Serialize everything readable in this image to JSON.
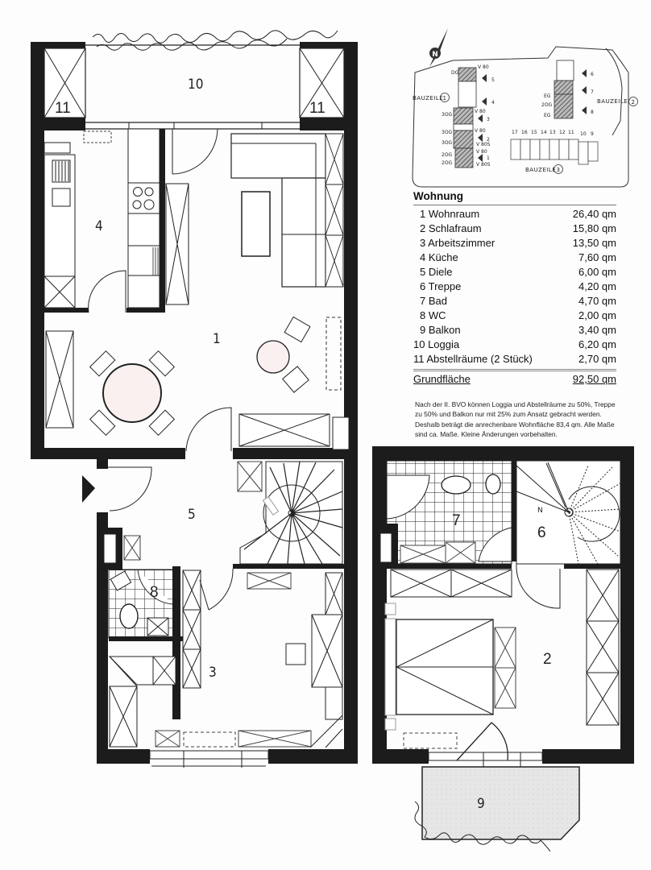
{
  "site_plan": {
    "compass_label": "N",
    "building_rows": [
      {
        "label": "BAUZEILE",
        "number": "1"
      },
      {
        "label": "BAUZEILE",
        "number": "2"
      },
      {
        "label": "BAUZEILE",
        "number": "3"
      }
    ],
    "row1_floor_labels": [
      "DG",
      "3OG",
      "3OG",
      "3OG",
      "2OG",
      "2OG"
    ],
    "row1_entry_numbers": [
      "5",
      "4",
      "3",
      "2",
      "1"
    ],
    "row2_floor_labels": [
      "EG",
      "2OG",
      "EG"
    ],
    "row2_entry_numbers": [
      "6",
      "7",
      "8"
    ],
    "row3_unit_numbers": [
      "17",
      "16",
      "15",
      "14",
      "13",
      "12",
      "11",
      "10",
      "9"
    ],
    "variant_labels": [
      "V 80",
      "V 80S"
    ]
  },
  "floor_plan": {
    "rooms": {
      "r1": "1",
      "r2": "2",
      "r3": "3",
      "r4": "4",
      "r5": "5",
      "r6": "6",
      "r7": "7",
      "r8": "8",
      "r9": "9",
      "r10": "10",
      "r11a": "11",
      "r11b": "11"
    },
    "stair_marker": "N"
  },
  "legend": {
    "title": "Wohnung",
    "rows": [
      {
        "name": "1 Wohnraum",
        "area": "26,40 qm"
      },
      {
        "name": "2 Schlafraum",
        "area": "15,80 qm"
      },
      {
        "name": "3 Arbeitszimmer",
        "area": "13,50 qm"
      },
      {
        "name": "4 Küche",
        "area": "7,60 qm"
      },
      {
        "name": "5 Diele",
        "area": "6,00 qm"
      },
      {
        "name": "6 Treppe",
        "area": "4,20 qm"
      },
      {
        "name": "7 Bad",
        "area": "4,70 qm"
      },
      {
        "name": "8 WC",
        "area": "2,00 qm"
      },
      {
        "name": "9 Balkon",
        "area": "3,40 qm"
      },
      {
        "name": "10 Loggia",
        "area": "6,20 qm"
      },
      {
        "name": "11 Abstellräume (2 Stück)",
        "area": "2,70 qm"
      }
    ],
    "total_label": "Grundfläche",
    "total_area": "92,50 qm"
  },
  "note": "Nach der II. BVO können Loggia und Abstellräume zu 50%, Treppe zu 50% und Balkon nur mit 25% zum Ansatz gebracht werden. Deshalb beträgt die anrechenbare Wohnfläche 83,4 qm. Alle Maße sind ca. Maße. Kleine Änderungen vorbehalten.",
  "colors": {
    "wall": "#1c1c1c",
    "line": "#222222",
    "table_fill": "#fbf0f0",
    "balcony_fill": "#e4e4e4",
    "background": "#fdfdfd"
  }
}
